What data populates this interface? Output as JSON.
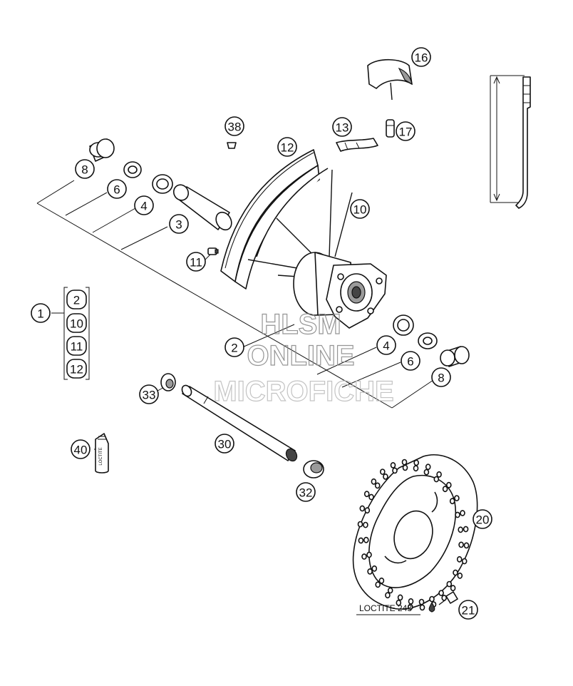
{
  "diagram": {
    "callouts": [
      "1",
      "2",
      "3",
      "4",
      "6",
      "8",
      "10",
      "11",
      "12",
      "13",
      "16",
      "17",
      "20",
      "21",
      "30",
      "32",
      "33",
      "38",
      "40"
    ],
    "kit_items": [
      "2",
      "10",
      "11",
      "12"
    ],
    "loctite_label": "LOCTITE 243",
    "bottle_label": "LOCTITE",
    "watermark": {
      "line1": "HLSM",
      "line2": "ONLINE",
      "line3": "MICROFICHE"
    }
  }
}
